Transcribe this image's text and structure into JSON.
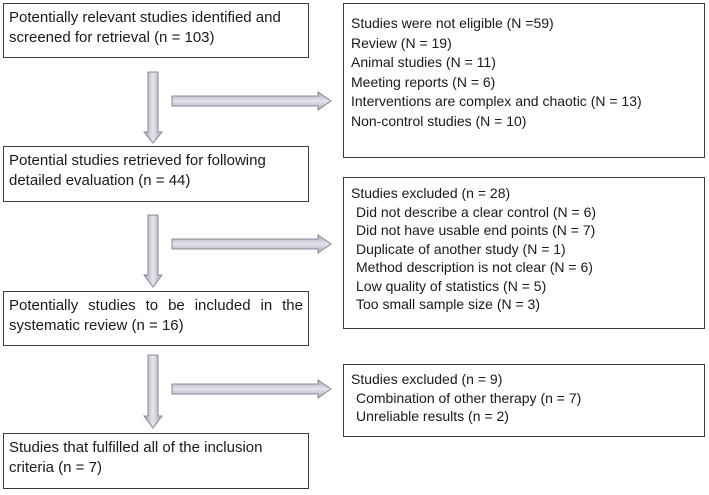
{
  "flow_boxes": [
    {
      "lines": [
        "Potentially relevant studies identified and",
        "screened for retrieval (n = 103)"
      ]
    },
    {
      "lines": [
        "Potential studies retrieved for following",
        "detailed evaluation (n = 44)"
      ]
    },
    {
      "lines": [
        "Potentially studies to be included in the",
        "systematic review (n = 16)"
      ]
    },
    {
      "lines": [
        "Studies that fulfilled all of the inclusion",
        "criteria (n = 7)"
      ]
    }
  ],
  "exclusion_boxes": [
    {
      "title": "Studies were not eligible (N =59)",
      "items": [
        "Review (N = 19)",
        "Animal studies (N = 11)",
        "Meeting reports (N = 6)",
        "Interventions are complex and chaotic (N = 13)",
        "Non-control studies (N = 10)"
      ]
    },
    {
      "title": "Studies excluded (n = 28)",
      "items": [
        "Did not describe a clear control (N = 6)",
        "Did not have usable end points (N = 7)",
        "Duplicate of another study (N = 1)",
        "Method description is not clear  (N = 6)",
        "Low quality of statistics (N = 5)",
        "Too small sample size (N = 3)"
      ]
    },
    {
      "title": "Studies excluded (n = 9)",
      "items": [
        "Combination of other therapy  (n = 7)",
        "Unreliable results (n = 2)"
      ]
    }
  ],
  "colors": {
    "border": "#3c3c3c",
    "arrow_fill": "#c9c9d4",
    "arrow_stroke": "#8a8a98",
    "text": "#1a1a1a"
  }
}
